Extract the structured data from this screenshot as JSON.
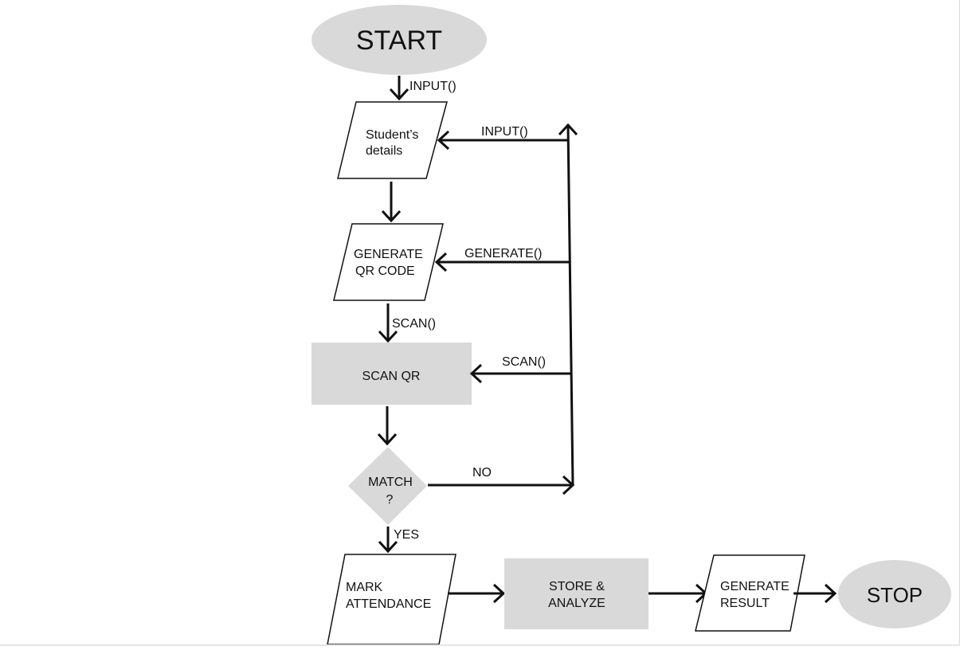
{
  "nodes": {
    "start": "START",
    "student_details": [
      "Student’s",
      "details"
    ],
    "generate_qr": [
      "GENERATE",
      "QR CODE"
    ],
    "scan_qr": "SCAN QR",
    "match": [
      "MATCH",
      "?"
    ],
    "mark_attendance": [
      "MARK",
      "ATTENDANCE"
    ],
    "store_analyze": [
      "STORE &",
      "ANALYZE"
    ],
    "generate_result": [
      "GENERATE",
      "RESULT"
    ],
    "stop": "STOP"
  },
  "edges": {
    "start_to_details": "INPUT()",
    "feedback_input": "INPUT()",
    "feedback_generate": "GENERATE()",
    "qr_to_scan": "SCAN()",
    "feedback_scan": "SCAN()",
    "no_branch": "NO",
    "yes_branch": "YES"
  },
  "colors": {
    "shape_fill": "#d9d9d9",
    "stroke": "#111111",
    "background": "#ffffff"
  }
}
